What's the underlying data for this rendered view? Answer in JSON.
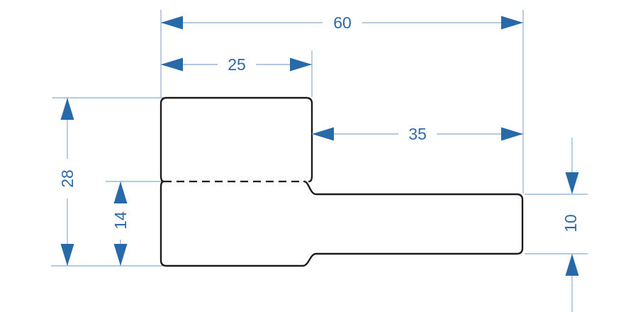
{
  "colors": {
    "background": "#ffffff",
    "outline": "#1c1c1e",
    "dimension_line": "#9cb8d7",
    "arrow": "#2769a9",
    "label": "#2e6ba6"
  },
  "dimensions": {
    "total_width": "60",
    "head_width": "25",
    "shaft_length": "35",
    "head_height": "28",
    "mid_height": "14",
    "shaft_height": "10"
  }
}
